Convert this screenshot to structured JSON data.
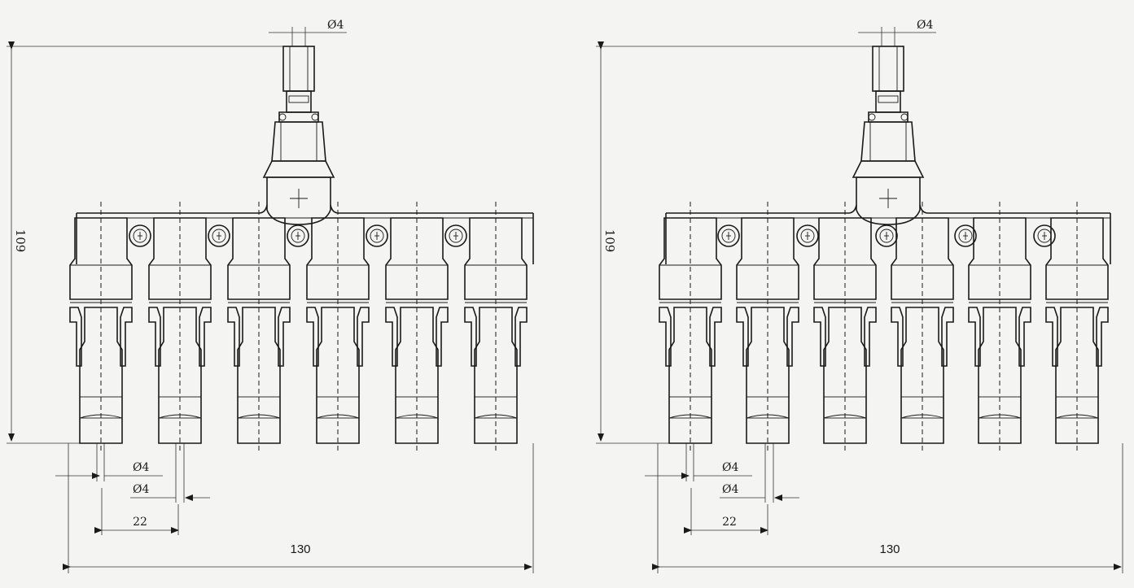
{
  "drawings": [
    {
      "name": "branch-connector-left",
      "labels": {
        "height": "109",
        "top_input_diameter": "Ø4",
        "bottom_diameter_1": "Ø4",
        "bottom_diameter_2": "Ø4",
        "pitch": "22",
        "overall_width": "130"
      }
    },
    {
      "name": "branch-connector-right",
      "labels": {
        "height": "109",
        "top_input_diameter": "Ø4",
        "bottom_diameter_1": "Ø4",
        "bottom_diameter_2": "Ø4",
        "pitch": "22",
        "overall_width": "130"
      }
    }
  ],
  "outlet_count": 6,
  "colors": {
    "background": "#f4f4f2",
    "line": "#1a1a1a"
  }
}
